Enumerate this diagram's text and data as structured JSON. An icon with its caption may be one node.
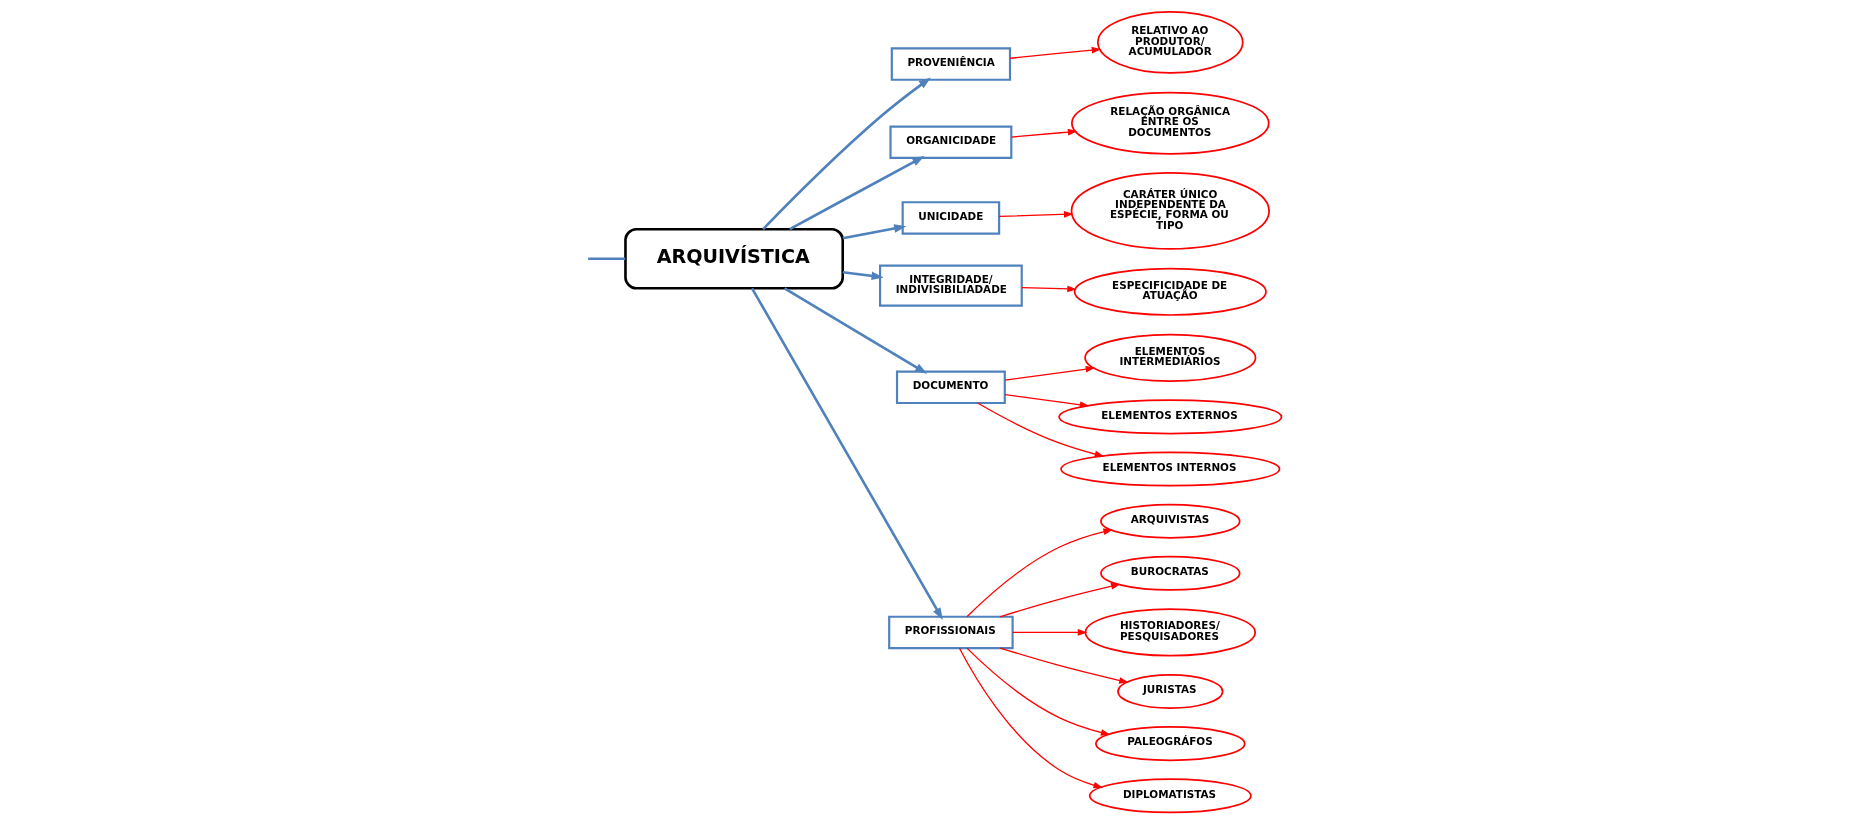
{
  "diagram": {
    "nodes": [
      {
        "text": [
          "ARQUIVÍSTICA"
        ]
      },
      {
        "text": [
          "PROVENIÊNCIA"
        ]
      },
      {
        "text": [
          "RELATIVO AO PRODUTOR/ ACUMULADOR"
        ]
      },
      {
        "text": [
          "ORGANICIDADE"
        ]
      },
      {
        "text": [
          "RELAÇÃO ORGÂNICA ENTRE OS DOCUMENTOS"
        ]
      },
      {
        "text": [
          "UNICIDADE"
        ]
      },
      {
        "text": [
          "CARÁTER ÚNICO INDEPENDENTE DA ESPÉCIE, FORMA OU TIPO"
        ]
      },
      {
        "text": [
          "INTEGRIDADE/ INDIVISIBILIADADE"
        ]
      },
      {
        "text": [
          "ESPECIFICIDADE DE ATUAÇÃO"
        ]
      },
      {
        "text": [
          "DOCUMENTO"
        ]
      },
      {
        "text": [
          "ELEMENTOS INTERMEDIÁRIOS"
        ]
      },
      {
        "text": [
          "ELEMENTOS EXTERNOS"
        ]
      },
      {
        "text": [
          "ELEMENTOS INTERNOS"
        ]
      },
      {
        "text": [
          "PROFISSIONAIS"
        ]
      },
      {
        "text": [
          "ARQUIVISTAS"
        ]
      },
      {
        "text": [
          "BUROCRATAS"
        ]
      },
      {
        "text": [
          "HISTORIADORES/ PESQUISADORES"
        ]
      },
      {
        "text": [
          "JURISTAS"
        ]
      },
      {
        "text": [
          "PALEOGRÁFOS"
        ]
      },
      {
        "text": [
          "DIPLOMATISTAS"
        ]
      }
    ],
    "edges": [
      {
        "from": null,
        "to": 0,
        "arrow": "none",
        "color": "#4f81bd"
      },
      {
        "from": 0,
        "to": 1,
        "arrow": "to",
        "color": "#4f81bd"
      },
      {
        "from": 1,
        "to": 2,
        "arrow": "to"
      },
      {
        "from": 0,
        "to": 3,
        "arrow": "to",
        "color": "#4f81bd"
      },
      {
        "from": 3,
        "to": 4,
        "arrow": "to"
      },
      {
        "from": 0,
        "to": 5,
        "arrow": "to",
        "color": "#4f81bd"
      },
      {
        "from": 5,
        "to": 6,
        "arrow": "to"
      },
      {
        "from": 0,
        "to": 7,
        "arrow": "to",
        "color": "#4f81bd"
      },
      {
        "from": 7,
        "to": 8,
        "arrow": "to"
      },
      {
        "from": 0,
        "to": 9,
        "arrow": "to",
        "color": "#4f81bd"
      },
      {
        "from": 9,
        "to": 10,
        "arrow": "to"
      },
      {
        "from": 9,
        "to": 11,
        "arrow": "to"
      },
      {
        "from": 9,
        "to": 12,
        "arrow": "to"
      },
      {
        "from": 0,
        "to": 13,
        "arrow": "to",
        "color": "#4f81bd"
      },
      {
        "from": 13,
        "to": 14,
        "arrow": "to"
      },
      {
        "from": 13,
        "to": 15,
        "arrow": "to"
      },
      {
        "from": 13,
        "to": 16,
        "arrow": "to"
      },
      {
        "from": 13,
        "to": 17,
        "arrow": "to"
      },
      {
        "from": 13,
        "to": 18,
        "arrow": "to"
      },
      {
        "from": 13,
        "to": 19,
        "arrow": "to"
      }
    ]
  }
}
